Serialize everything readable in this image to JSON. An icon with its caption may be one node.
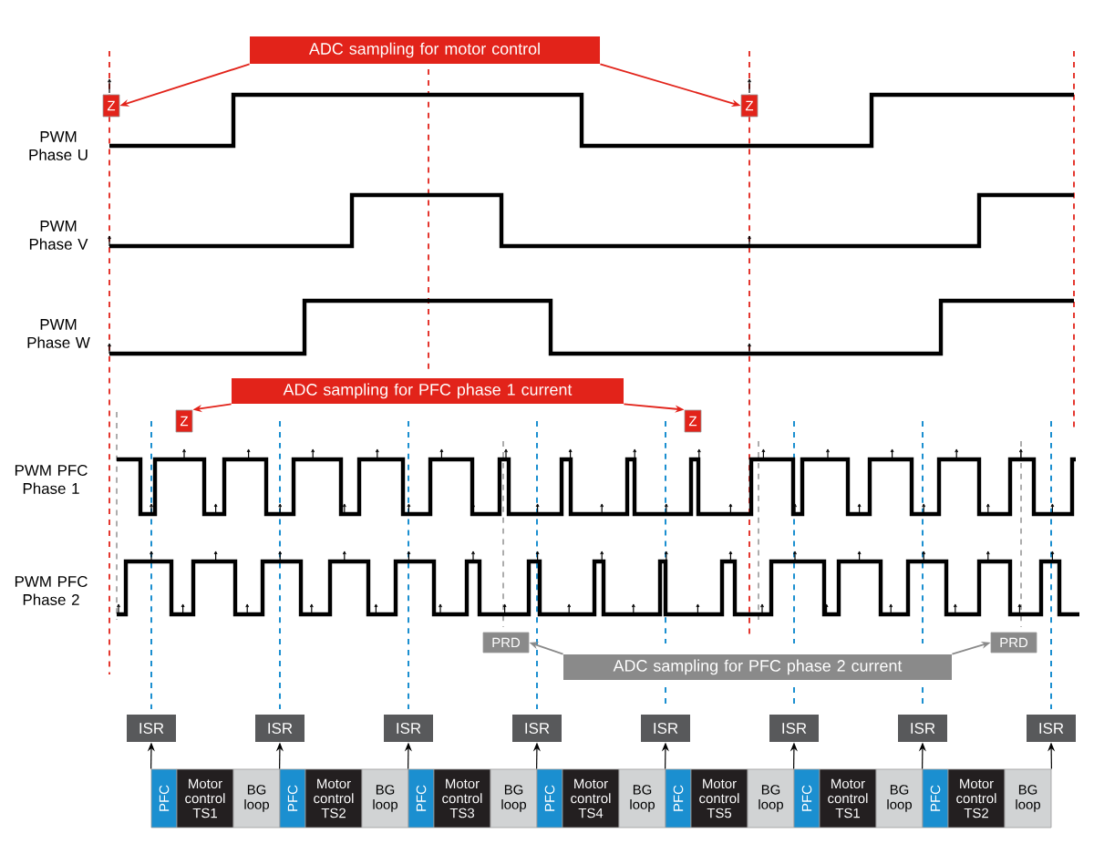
{
  "diagram": {
    "nodes": [
      {
        "text": [
          "ADC sampling for motor control"
        ]
      },
      {
        "text": [
          "Z"
        ]
      },
      {
        "text": [
          "Z"
        ]
      },
      {
        "text": [
          "ADC sampling for PFC phase 1 current"
        ]
      },
      {
        "text": [
          "Z"
        ]
      },
      {
        "text": [
          "Z"
        ]
      },
      {
        "text": [
          "PRD"
        ]
      },
      {
        "text": [
          "PRD"
        ]
      },
      {
        "text": [
          "ADC sampling for PFC phase 2 current"
        ]
      },
      {
        "text": [
          "ISR"
        ]
      },
      {
        "text": [
          "ISR"
        ]
      },
      {
        "text": [
          "ISR"
        ]
      },
      {
        "text": [
          "ISR"
        ]
      },
      {
        "text": [
          "ISR"
        ]
      },
      {
        "text": [
          "ISR"
        ]
      },
      {
        "text": [
          "ISR"
        ]
      },
      {
        "text": [
          "ISR"
        ]
      },
      {
        "text": [
          "PFC"
        ]
      },
      {
        "text": [
          "Motor control TS1"
        ]
      },
      {
        "text": [
          "BG loop"
        ]
      },
      {
        "text": [
          "PFC"
        ]
      },
      {
        "text": [
          "Motor control TS2"
        ]
      },
      {
        "text": [
          "BG loop"
        ]
      },
      {
        "text": [
          "PFC"
        ]
      },
      {
        "text": [
          "Motor control TS3"
        ]
      },
      {
        "text": [
          "BG loop"
        ]
      },
      {
        "text": [
          "PFC"
        ]
      },
      {
        "text": [
          "Motor control TS4"
        ]
      },
      {
        "text": [
          "BG loop"
        ]
      },
      {
        "text": [
          "PFC"
        ]
      },
      {
        "text": [
          "Motor control TS5"
        ]
      },
      {
        "text": [
          "BG loop"
        ]
      },
      {
        "text": [
          "PFC"
        ]
      },
      {
        "text": [
          "Motor control TS1"
        ]
      },
      {
        "text": [
          "BG loop"
        ]
      },
      {
        "text": [
          "PFC"
        ]
      },
      {
        "text": [
          "Motor control TS2"
        ]
      },
      {
        "text": [
          "BG loop"
        ]
      }
    ],
    "edges": [
      {
        "from": 0,
        "to": 1,
        "arrow": "to",
        "color": "#e2231a"
      },
      {
        "from": 0,
        "to": 2,
        "arrow": "to",
        "color": "#e2231a"
      },
      {
        "from": 3,
        "to": 4,
        "arrow": "to",
        "color": "#e2231a"
      },
      {
        "from": 3,
        "to": 5,
        "arrow": "to",
        "color": "#e2231a"
      },
      {
        "from": 8,
        "to": 6,
        "arrow": "to",
        "color": "#8a8a8a"
      },
      {
        "from": 8,
        "to": 7,
        "arrow": "to",
        "color": "#8a8a8a"
      },
      {
        "from": 17,
        "to": 9,
        "arrow": "to"
      },
      {
        "from": 20,
        "to": 10,
        "arrow": "to"
      },
      {
        "from": 23,
        "to": 11,
        "arrow": "to"
      },
      {
        "from": 26,
        "to": 12,
        "arrow": "to"
      },
      {
        "from": 29,
        "to": 13,
        "arrow": "to"
      },
      {
        "from": 32,
        "to": 14,
        "arrow": "to"
      },
      {
        "from": 35,
        "to": 15,
        "arrow": "to"
      },
      {
        "from": 37,
        "to": 16,
        "arrow": "to"
      }
    ],
    "labels": [
      "PWM Phase U",
      "PWM Phase V",
      "PWM Phase W",
      "PWM PFC Phase 1",
      "PWM PFC Phase 2"
    ]
  }
}
